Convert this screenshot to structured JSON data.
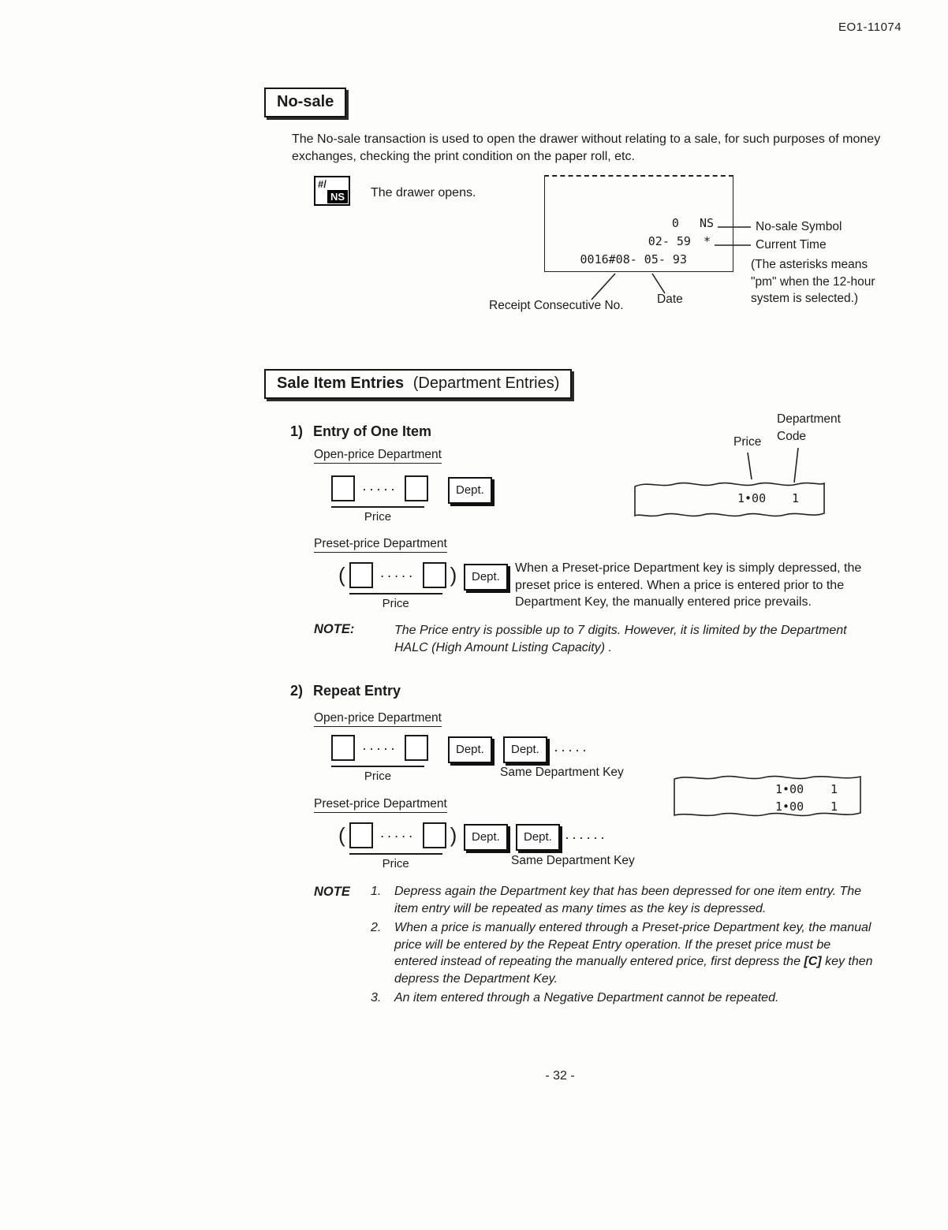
{
  "page": {
    "doc_code": "EO1-11074",
    "page_number": "- 32 -"
  },
  "no_sale": {
    "title": "No-sale",
    "intro": "The No-sale transaction is used to open the drawer without relating to a sale, for such purposes of money exchanges, checking the print condition on the paper roll, etc.",
    "key": {
      "top": "#/",
      "bottom": "NS"
    },
    "key_caption": "The drawer opens.",
    "receipt": {
      "amount": "0",
      "symbol": "NS",
      "time": "02- 59",
      "star": "*",
      "consecutive_line": "0016#08- 05- 93"
    },
    "callouts": {
      "no_sale_symbol": "No-sale Symbol",
      "current_time": "Current Time",
      "asterisk_note": "(The asterisks means \"pm\" when the 12-hour system is selected.)",
      "receipt_no": "Receipt Consecutive No.",
      "date": "Date"
    }
  },
  "sale_items": {
    "heading": {
      "bold": "Sale Item Entries",
      "normal": "(Department Entries)"
    },
    "keys": {
      "dept": "Dept.",
      "dots": "·····",
      "dots6": "······",
      "paren_open": "(",
      "paren_close": ")"
    },
    "labels": {
      "price": "Price",
      "open_price_dept": "Open-price Department",
      "preset_price_dept": "Preset-price Department",
      "same_dept_key": "Same Department Key",
      "price_callout": "Price",
      "department_code_callout": "Department Code"
    },
    "entry_one": {
      "num": "1)",
      "title": "Entry of One Item",
      "receipt": {
        "price": "1•00",
        "code": "1"
      },
      "preset_text": "When a Preset-price Department key is simply depressed, the preset price is entered.  When a price is entered prior to the Department Key, the manually entered price prevails.",
      "note_label": "NOTE:",
      "note_text": "The Price entry is possible up to 7 digits.  However, it is limited by the Department HALC (High Amount Listing Capacity) ."
    },
    "repeat": {
      "num": "2)",
      "title": "Repeat Entry",
      "receipt": {
        "rows": [
          {
            "price": "1•00",
            "code": "1"
          },
          {
            "price": "1•00",
            "code": "1"
          }
        ]
      },
      "note_label": "NOTE",
      "notes": [
        {
          "num": "1.",
          "text": "Depress again the Department key that has been depressed for one item entry. The item entry will be repeated as many times as the key is depressed."
        },
        {
          "num": "2.",
          "pre": "When a price is manually entered through a Preset-price Department key, the manual price will be entered by the Repeat Entry operation.  If the preset price must be entered instead of repeating the manually entered price, first depress the ",
          "key": "[C]",
          "post": " key then depress the Department Key."
        },
        {
          "num": "3.",
          "text": "An item entered through a Negative Department cannot be repeated."
        }
      ]
    }
  }
}
